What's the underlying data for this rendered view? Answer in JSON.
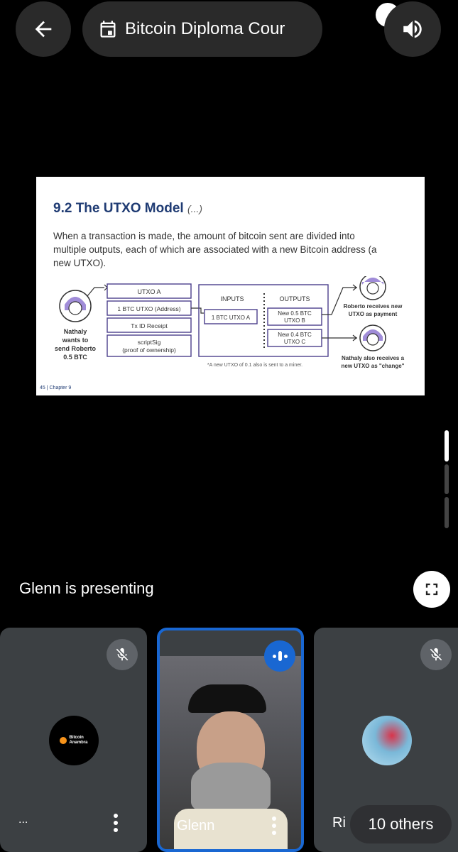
{
  "header": {
    "back_icon": "arrow-back-icon",
    "meeting_title": "Bitcoin Diploma Cour",
    "calendar_icon": "calendar-icon",
    "audio_icon": "speaker-icon"
  },
  "slide": {
    "title": "9.2  The UTXO Model",
    "title_suffix": "(...)",
    "paragraph": "When a transaction is made, the amount of bitcoin sent are divided into multiple outputs, each of which are associated with a new Bitcoin address (a new UTXO).",
    "sender_label": "Nathaly wants to send Roberto 0.5 BTC",
    "utxo_boxes": [
      "UTXO A",
      "1 BTC UTXO (Address)",
      "Tx ID Receipt",
      "scriptSig (proof of ownership)"
    ],
    "inputs_header": "INPUTS",
    "outputs_header": "OUTPUTS",
    "input_item": "1 BTC UTXO A",
    "output_items": [
      "New 0.5 BTC UTXO B",
      "New 0.4 BTC UTXO C"
    ],
    "receiver_top": "Roberto receives new UTXO as payment",
    "receiver_bottom": "Nathaly also receives a new UTXO as \"change\"",
    "miner_note": "*A new UTXO of 0.1 also is sent to a miner.",
    "footer": "45 | Chapter 9"
  },
  "presenting": {
    "text": "Glenn is presenting",
    "fullscreen_icon": "fullscreen-icon"
  },
  "participants": [
    {
      "avatar_text_1": "Bitcoin",
      "avatar_text_2": "Anambra",
      "overflow": "...",
      "status_icon": "mic-off-icon"
    },
    {
      "name": "Glenn",
      "status_icon": "audio-level-icon",
      "active_color": "#1967d2"
    },
    {
      "name": "Ri",
      "status_icon": "mic-off-icon",
      "others_label": "10 others"
    }
  ],
  "colors": {
    "accent": "#1967d2",
    "slide_title": "#1f3b73",
    "diagram_purple": "#4b3f8c",
    "avatar_purple": "#a08cd8"
  }
}
